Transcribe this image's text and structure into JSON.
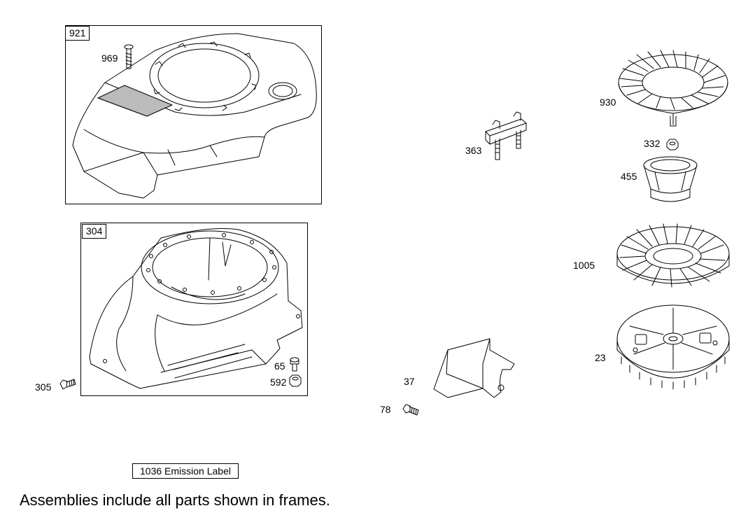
{
  "frames": {
    "upper_frame_label": "921",
    "lower_frame_label": "304"
  },
  "callouts": {
    "p969": "969",
    "p930": "930",
    "p363": "363",
    "p332": "332",
    "p455": "455",
    "p1005": "1005",
    "p23": "23",
    "p65": "65",
    "p592": "592",
    "p305": "305",
    "p37": "37",
    "p78": "78"
  },
  "emission_label": "1036 Emission Label",
  "footer_note": "Assemblies include all parts shown in frames."
}
